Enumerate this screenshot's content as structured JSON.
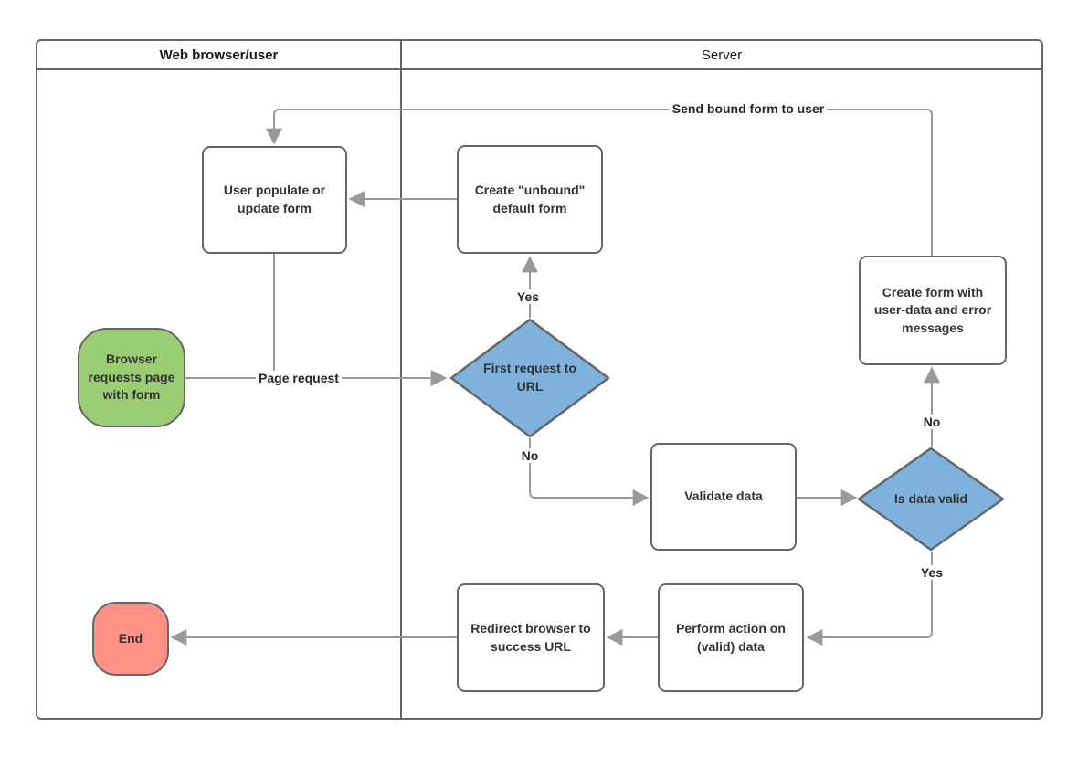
{
  "colors": {
    "start_fill": "#9ACC73",
    "end_fill": "#FF9187",
    "decision_fill": "#7EB2DD",
    "shape_border": "#666666",
    "frame_border": "#666666",
    "connector": "#999999",
    "text": "#333333"
  },
  "lanes": [
    {
      "label": "Web browser/user"
    },
    {
      "label": "Server"
    }
  ],
  "nodes": {
    "start": {
      "type": "terminator",
      "label": "Browser requests page with form"
    },
    "user_populate": {
      "type": "process",
      "label": "User populate or update form"
    },
    "create_unbound": {
      "type": "process",
      "label": "Create \"unbound\" default form"
    },
    "first_request": {
      "type": "decision",
      "label": "First request to URL"
    },
    "validate_data": {
      "type": "process",
      "label": "Validate data"
    },
    "is_data_valid": {
      "type": "decision",
      "label": "Is data valid"
    },
    "create_form_errors": {
      "type": "process",
      "label": "Create form with user-data and error messages"
    },
    "perform_action": {
      "type": "process",
      "label": "Perform action on (valid) data"
    },
    "redirect_browser": {
      "type": "process",
      "label": "Redirect browser to success URL"
    },
    "end": {
      "type": "terminator",
      "label": "End"
    }
  },
  "edge_labels": {
    "page_request": "Page request",
    "send_bound_form": "Send bound form to user",
    "first_request_yes": "Yes",
    "first_request_no": "No",
    "is_valid_no": "No",
    "is_valid_yes": "Yes"
  }
}
